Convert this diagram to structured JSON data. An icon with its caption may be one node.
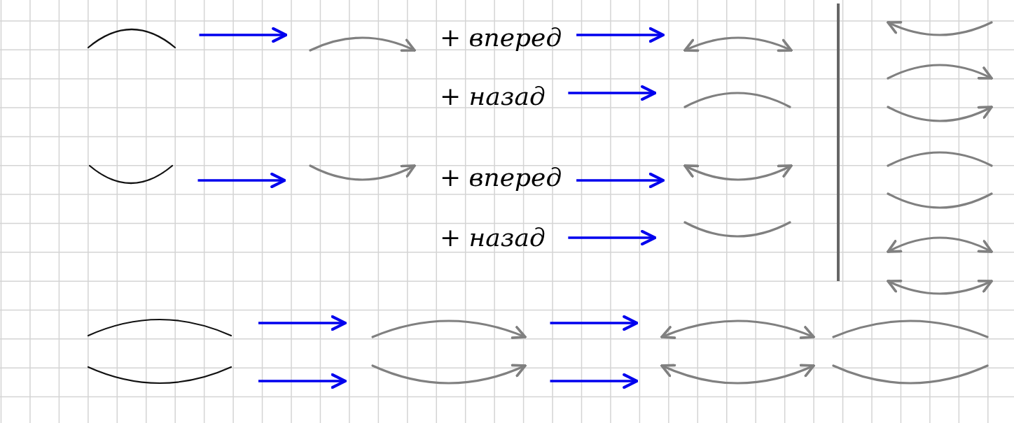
{
  "diagram": {
    "nodes": [
      {
        "text": [],
        "shape": "arc"
      },
      {
        "text": [],
        "shape": "arc"
      },
      {
        "text": [
          "+ вперед"
        ]
      },
      {
        "text": [],
        "shape": "arc"
      },
      {
        "text": [
          "+ назад"
        ]
      },
      {
        "text": [],
        "shape": "arc"
      },
      {
        "text": [],
        "shape": "arc"
      },
      {
        "text": [],
        "shape": "arc"
      },
      {
        "text": [
          "+ вперед"
        ]
      },
      {
        "text": [],
        "shape": "arc"
      },
      {
        "text": [
          "+ назад"
        ]
      },
      {
        "text": [],
        "shape": "arc"
      },
      {
        "text": [],
        "shape": "arc"
      },
      {
        "text": [],
        "shape": "arc"
      },
      {
        "text": [],
        "shape": "arc"
      },
      {
        "text": [],
        "shape": "arc"
      },
      {
        "text": [],
        "shape": "arc"
      },
      {
        "text": [],
        "shape": "arc"
      },
      {
        "text": [],
        "shape": "arc"
      },
      {
        "text": [],
        "shape": "arc"
      },
      {
        "text": [],
        "shape": "arc"
      },
      {
        "text": [],
        "shape": "arc"
      },
      {
        "text": [],
        "shape": "arc"
      },
      {
        "text": [],
        "shape": "arc"
      },
      {
        "text": [],
        "shape": "arc"
      },
      {
        "text": [],
        "shape": "arc"
      },
      {
        "text": [],
        "shape": "arc"
      }
    ],
    "edges": [
      {
        "from": 0,
        "to": 1,
        "arrow": "to"
      },
      {
        "from": 2,
        "to": 3,
        "arrow": "to"
      },
      {
        "from": 4,
        "to": 5,
        "arrow": "to"
      },
      {
        "from": 6,
        "to": 7,
        "arrow": "to"
      },
      {
        "from": 8,
        "to": 9,
        "arrow": "to"
      },
      {
        "from": 10,
        "to": 11,
        "arrow": "to"
      },
      {
        "from": 19,
        "to": 21,
        "arrow": "to"
      },
      {
        "from": 20,
        "to": 22,
        "arrow": "to"
      },
      {
        "from": 21,
        "to": 23,
        "arrow": "to"
      },
      {
        "from": 22,
        "to": 24,
        "arrow": "to"
      }
    ]
  }
}
